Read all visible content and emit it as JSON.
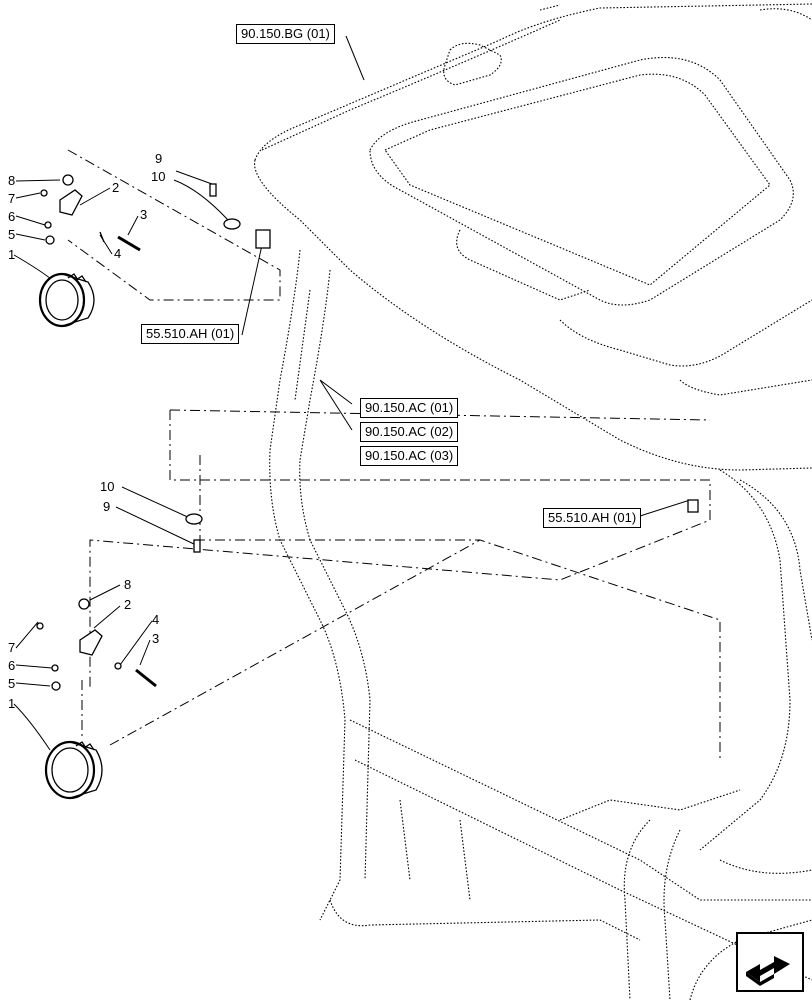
{
  "references": {
    "ref_90_150_bg_01": "90.150.BG (01)",
    "ref_55_510_ah_01_top": "55.510.AH (01)",
    "ref_90_150_ac_01": "90.150.AC (01)",
    "ref_90_150_ac_02": "90.150.AC (02)",
    "ref_90_150_ac_03": "90.150.AC (03)",
    "ref_55_510_ah_01_right": "55.510.AH (01)"
  },
  "upper_lamp_callouts": {
    "n8": "8",
    "n7": "7",
    "n6": "6",
    "n5": "5",
    "n1": "1",
    "n2": "2",
    "n3": "3",
    "n4": "4",
    "n9": "9",
    "n10": "10"
  },
  "lower_lamp_callouts": {
    "n10": "10",
    "n9": "9",
    "n8": "8",
    "n2": "2",
    "n4": "4",
    "n3": "3",
    "n7": "7",
    "n6": "6",
    "n5": "5",
    "n1": "1"
  },
  "nav": {
    "icon": "next-page-arrow-icon"
  }
}
